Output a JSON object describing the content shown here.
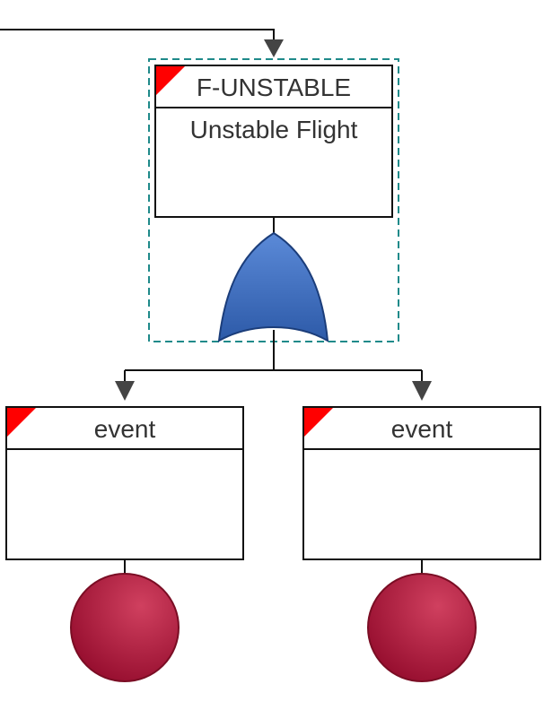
{
  "top_event": {
    "id_label": "F-UNSTABLE",
    "description": "Unstable Flight",
    "gate_type": "or-gate"
  },
  "children": [
    {
      "label": "event",
      "description": "",
      "type": "basic-event"
    },
    {
      "label": "event",
      "description": "",
      "type": "basic-event"
    }
  ],
  "colors": {
    "line": "#111111",
    "arrow": "#444444",
    "flag": "#ff0000",
    "selection": "#1f8a8a",
    "gate_fill": "#3f6fc0",
    "gate_stroke": "#1b3d7a",
    "basic_event_fill": "#a8183a",
    "basic_event_stroke": "#7a0d24"
  }
}
